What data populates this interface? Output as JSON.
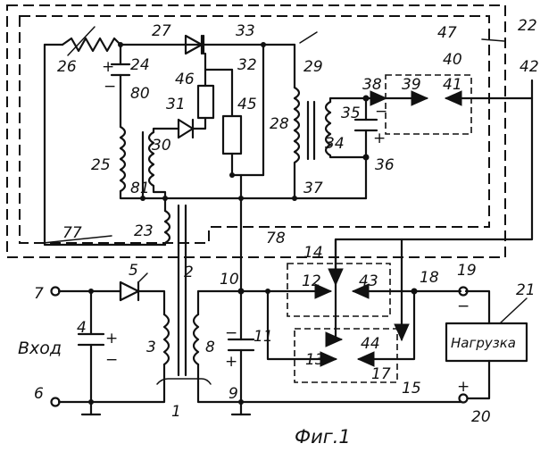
{
  "figure": {
    "caption": "Фиг.1",
    "input_label": "Вход",
    "load_label": "Нагрузка"
  },
  "labels": {
    "n1": "1",
    "n2": "2",
    "n3": "3",
    "n4": "4",
    "n5": "5",
    "n6": "6",
    "n7": "7",
    "n8": "8",
    "n9": "9",
    "n10": "10",
    "n11": "11",
    "n12": "12",
    "n13": "13",
    "n14": "14",
    "n15": "15",
    "n17": "17",
    "n18": "18",
    "n19": "19",
    "n20": "20",
    "n21": "21",
    "n22": "22",
    "n23": "23",
    "n24": "24",
    "n25": "25",
    "n26": "26",
    "n27": "27",
    "n28": "28",
    "n29": "29",
    "n30": "30",
    "n31": "31",
    "n32": "32",
    "n33": "33",
    "n34": "34",
    "n35": "35",
    "n36": "36",
    "n37": "37",
    "n38": "38",
    "n39": "39",
    "n40": "40",
    "n41": "41",
    "n42": "42",
    "n43": "43",
    "n44": "44",
    "n45": "45",
    "n46": "46",
    "n47": "47",
    "n77": "77",
    "n78": "78",
    "n80": "80",
    "n81": "81"
  },
  "polarity": {
    "plus": "+",
    "minus": "−"
  }
}
